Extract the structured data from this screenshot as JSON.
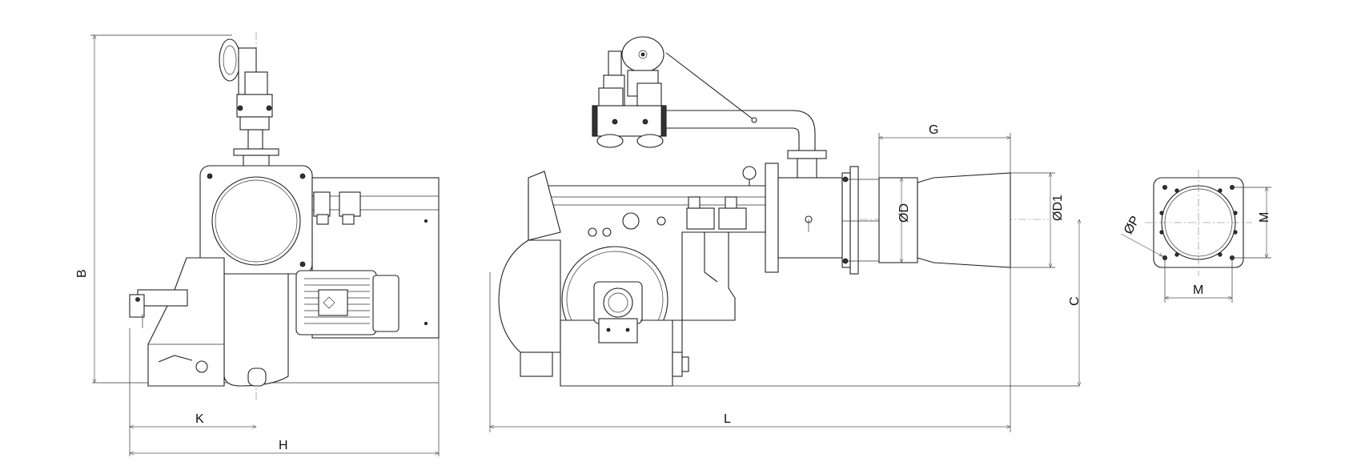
{
  "dimension_labels": {
    "B": "B",
    "K": "K",
    "H": "H",
    "L": "L",
    "G": "G",
    "C": "C",
    "OD": "ØD",
    "OD1": "ØD1",
    "OP": "ØP",
    "M_vertical": "M",
    "M_horizontal": "M"
  },
  "colors": {
    "stroke": "#222222",
    "background": "#ffffff"
  }
}
